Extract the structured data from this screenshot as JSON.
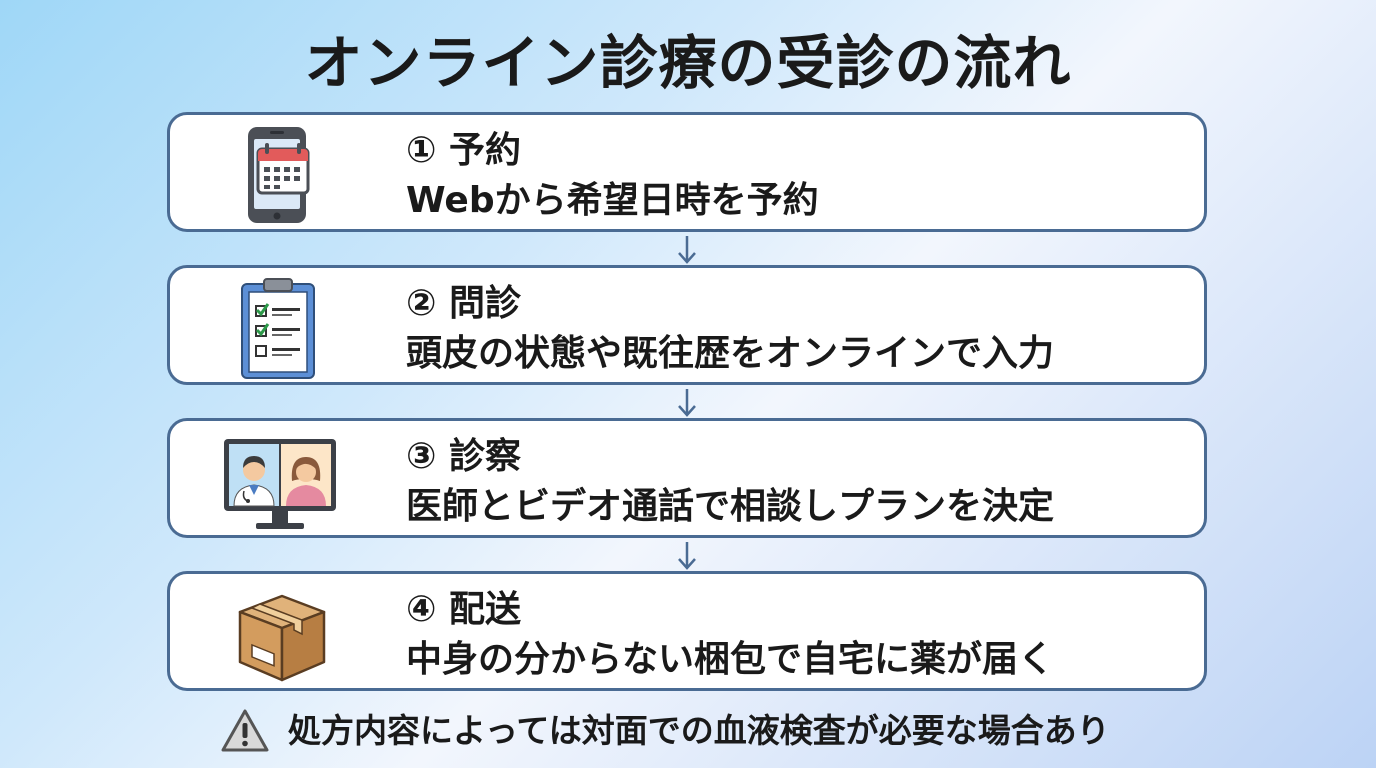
{
  "title": "オンライン診療の受診の流れ",
  "steps": [
    {
      "label": "① 予約",
      "description": "Webから希望日時を予約",
      "icon": "smartphone-calendar-icon"
    },
    {
      "label": "② 問診",
      "description": "頭皮の状態や既往歴をオンラインで入力",
      "icon": "clipboard-checklist-icon"
    },
    {
      "label": "③ 診察",
      "description": "医師とビデオ通話で相談しプランを決定",
      "icon": "video-call-monitor-icon"
    },
    {
      "label": "④ 配送",
      "description": "中身の分からない梱包で自宅に薬が届く",
      "icon": "cardboard-box-icon"
    }
  ],
  "note": {
    "text": "処方内容によっては対面での血液検査が必要な場合あり",
    "icon": "warning-icon"
  },
  "colors": {
    "card_border": "#4a6b93",
    "arrow": "#4a6b93",
    "text": "#1a1a1a"
  }
}
